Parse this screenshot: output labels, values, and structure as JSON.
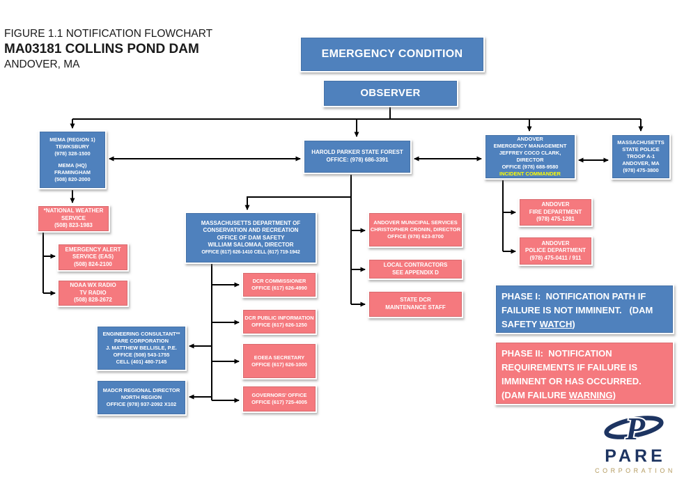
{
  "title": {
    "line1": "FIGURE 1.1 NOTIFICATION FLOWCHART",
    "line2": "MA03181 COLLINS POND DAM",
    "line3": "ANDOVER, MA"
  },
  "colors": {
    "box_blue": "#4f81bd",
    "box_pink": "#f5797e",
    "incident_commander_text": "#ffff00",
    "logo_navy": "#1d3461",
    "logo_gold": "#b39a5e"
  },
  "boxes": {
    "emergency_condition": {
      "lines": [
        "EMERGENCY CONDITION"
      ]
    },
    "observer": {
      "lines": [
        "OBSERVER"
      ]
    },
    "mema": {
      "lines": [
        "MEMA (REGION 1)",
        "TEWKSBURY",
        "(978) 328-1500",
        "",
        "MEMA (HQ)",
        "FRAMINGHAM",
        "(508) 820-2000"
      ]
    },
    "harold_parker": {
      "lines": [
        "HAROLD PARKER STATE FOREST",
        "OFFICE: (978) 686-3391"
      ]
    },
    "andover_em": {
      "lines": [
        "ANDOVER",
        "EMERGENCY MANAGEMENT",
        "JEFFREY COCO CLARK, DIRECTOR",
        "OFFICE (978) 688-9580"
      ],
      "highlight": "INCIDENT COMMANDER"
    },
    "state_police": {
      "lines": [
        "MASSACHUSETTS",
        "STATE POLICE",
        "TROOP A-1",
        "ANDOVER, MA",
        "(978) 475-3800"
      ]
    },
    "nws": {
      "lines": [
        "*NATIONAL WEATHER",
        "SERVICE",
        "(508) 823-1983"
      ]
    },
    "eas": {
      "lines": [
        "EMERGENCY ALERT",
        "SERVICE (EAS)",
        "(508) 824-2100"
      ]
    },
    "noaa": {
      "lines": [
        "NOAA WX RADIO",
        "TV RADIO",
        "(508) 828-2672"
      ]
    },
    "dcr": {
      "lines": [
        "MASSACHUSETTS DEPARTMENT OF",
        "CONSERVATION AND RECREATION",
        "OFFICE OF DAM SAFETY",
        "WILLIAM SALOMAA, DIRECTOR",
        "OFFICE (617) 626-1410   CELL (617) 719-1942"
      ]
    },
    "municipal": {
      "lines": [
        "ANDOVER MUNICIPAL SERVICES",
        "CHRISTOPHER CRONIN, DIRECTOR",
        "OFFICE (978) 623-8700"
      ]
    },
    "contractors": {
      "lines": [
        "LOCAL CONTRACTORS",
        "SEE APPENDIX D"
      ]
    },
    "maintenance": {
      "lines": [
        "STATE DCR",
        "MAINTENANCE STAFF"
      ]
    },
    "fire": {
      "lines": [
        "ANDOVER",
        "FIRE DEPARTMENT",
        "(978) 475-1281"
      ]
    },
    "police": {
      "lines": [
        "ANDOVER",
        "POLICE DEPARTMENT",
        "(978) 475-0411 / 911"
      ]
    },
    "commissioner": {
      "lines": [
        "DCR COMMISSIONER",
        "OFFICE (617) 626-4990"
      ]
    },
    "public_info": {
      "lines": [
        "DCR PUBLIC INFORMATION",
        "OFFICE (617) 626-1250"
      ]
    },
    "eoeea": {
      "lines": [
        "EOEEA SECRETARY",
        "OFFICE (617) 626-1000"
      ]
    },
    "governors": {
      "lines": [
        "GOVERNORS' OFFICE",
        "OFFICE (617) 725-4005"
      ]
    },
    "consultant": {
      "lines": [
        "ENGINEERING CONSULTANT**",
        "PARE CORPORATION",
        "J. MATTHEW BELLISLE, P.E.",
        "OFFICE (508) 543-1755",
        "CELL (401) 480-7145"
      ]
    },
    "madcr": {
      "lines": [
        "MADCR REGIONAL DIRECTOR",
        "NORTH REGION",
        "OFFICE (978) 937-2092 X102"
      ]
    }
  },
  "phase1": {
    "before": "PHASE I:  NOTIFICATION PATH IF FAILURE IS NOT IMMINENT.   (DAM SAFETY ",
    "underlined": "WATCH",
    "after": ")"
  },
  "phase2": {
    "before": "PHASE II:  NOTIFICATION REQUIREMENTS IF FAILURE IS IMMINENT OR HAS OCCURRED. (DAM FAILURE ",
    "underlined": "WARNING",
    "after": ")"
  },
  "logo": {
    "name": "PARE",
    "subtitle": "CORPORATION",
    "mark_letter": "P"
  }
}
